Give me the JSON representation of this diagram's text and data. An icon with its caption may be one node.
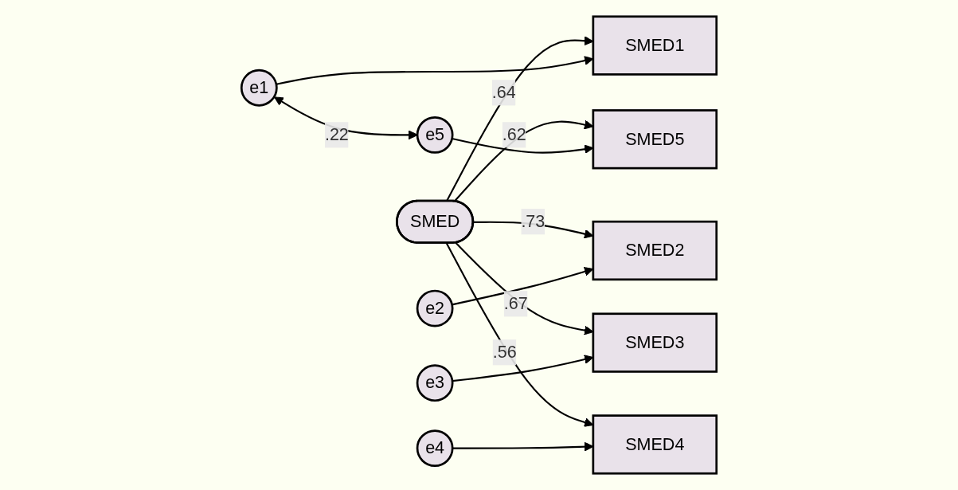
{
  "diagram": {
    "nodes": [
      {
        "text": [
          "SMED"
        ]
      },
      {
        "text": [
          "SMED1"
        ]
      },
      {
        "text": [
          "SMED2"
        ]
      },
      {
        "text": [
          "SMED3"
        ]
      },
      {
        "text": [
          "SMED4"
        ]
      },
      {
        "text": [
          "SMED5"
        ]
      },
      {
        "text": [
          "e1"
        ]
      },
      {
        "text": [
          "e2"
        ]
      },
      {
        "text": [
          "e3"
        ]
      },
      {
        "text": [
          "e4"
        ]
      },
      {
        "text": [
          "e5"
        ]
      }
    ],
    "edges": [
      {
        "from": 0,
        "to": 1,
        "arrow": "to",
        "label": ".64"
      },
      {
        "from": 0,
        "to": 2,
        "arrow": "to",
        "label": ".73"
      },
      {
        "from": 0,
        "to": 3,
        "arrow": "to",
        "label": ".67"
      },
      {
        "from": 0,
        "to": 4,
        "arrow": "to",
        "label": ".56"
      },
      {
        "from": 0,
        "to": 5,
        "arrow": "to",
        "label": ".62"
      },
      {
        "from": 6,
        "to": 1,
        "arrow": "to"
      },
      {
        "from": 7,
        "to": 2,
        "arrow": "to"
      },
      {
        "from": 8,
        "to": 3,
        "arrow": "to"
      },
      {
        "from": 9,
        "to": 4,
        "arrow": "to"
      },
      {
        "from": 10,
        "to": 5,
        "arrow": "to"
      },
      {
        "from": 6,
        "to": 10,
        "arrow": "both",
        "label": ".22"
      }
    ]
  }
}
